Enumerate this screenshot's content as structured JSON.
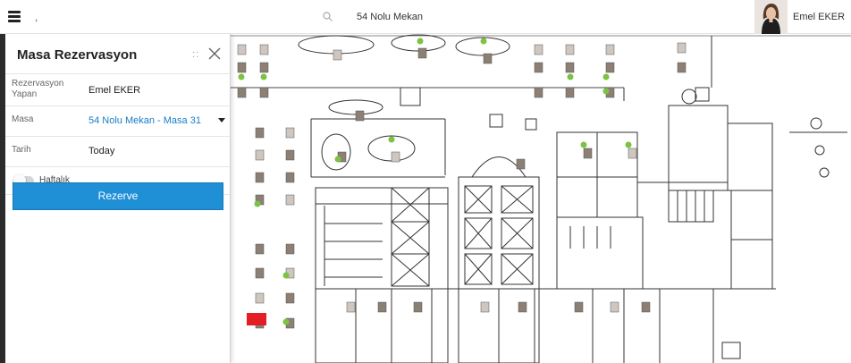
{
  "topbar": {
    "search_value": ",",
    "place_title": "54 Nolu Mekan",
    "user_name": "Emel EKER"
  },
  "panel": {
    "title": "Masa Rezervasyon",
    "dots": ": :",
    "fields": {
      "reserver_label": "Rezervasyon Yapan",
      "reserver_value": "Emel EKER",
      "desk_label": "Masa",
      "desk_value": "54 Nolu Mekan - Masa 31",
      "date_label": "Tarih",
      "date_value": "Today"
    },
    "weekly_label": "Haftalık",
    "weekly_on": false,
    "reserve_label": "Rezerve"
  },
  "colors": {
    "accent": "#1f8fd6",
    "link": "#1a7cc7",
    "desk_available": "#7cc243",
    "desk_selected": "#e31e24"
  }
}
